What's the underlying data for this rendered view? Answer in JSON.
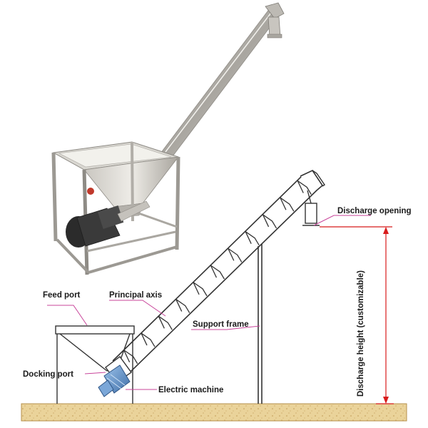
{
  "labels": {
    "feed_port": "Feed port",
    "principal_axis": "Principal axis",
    "support_frame": "Support frame",
    "docking_port": "Docking port",
    "electric_machine": "Electric machine",
    "discharge_opening": "Discharge opening",
    "discharge_height": "Discharge height (customizable)"
  },
  "colors": {
    "leader_line": "#c8449a",
    "dimension_line": "#d81b1b",
    "structure": "#333333",
    "steel": "#b9b6b0",
    "motor": "#5b8fc7",
    "ground": "#e8cf8f"
  },
  "icons": {
    "photo_hopper": "screw-conveyor-photo-icon",
    "motor": "electric-motor-icon"
  }
}
